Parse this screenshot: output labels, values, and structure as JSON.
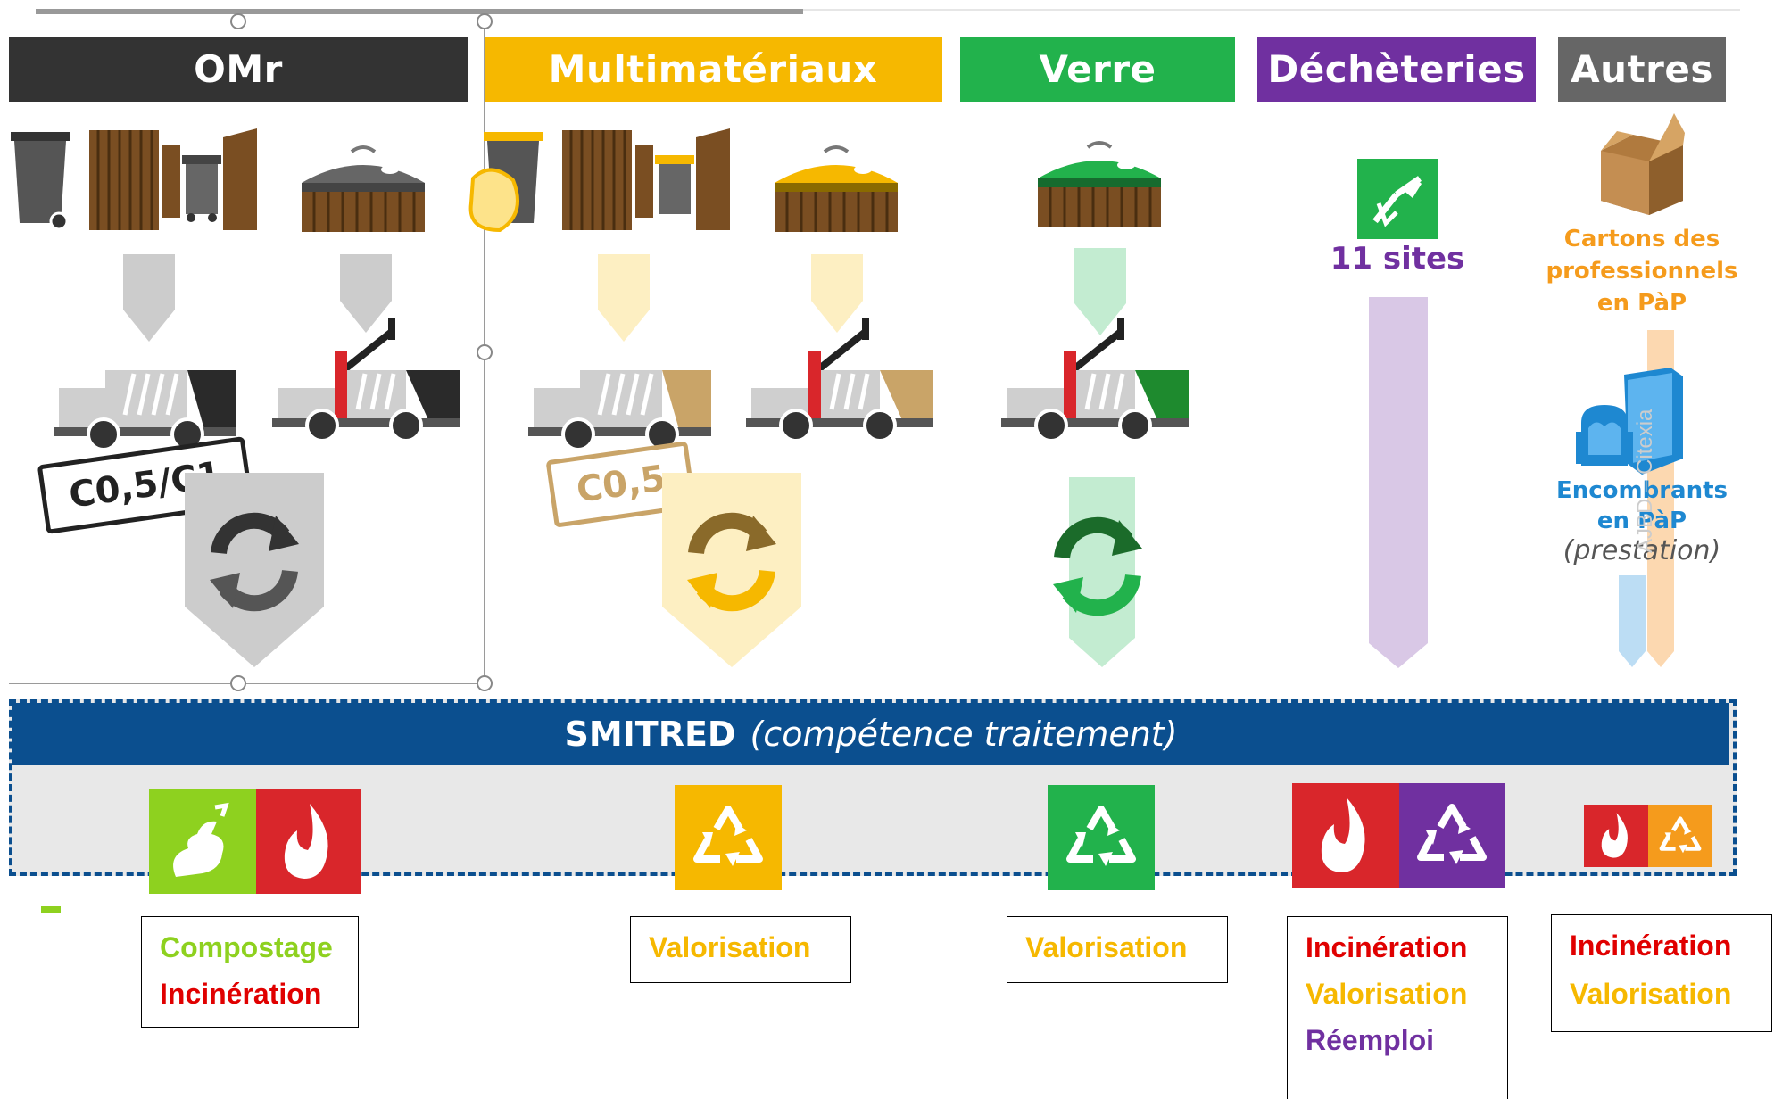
{
  "colors": {
    "omr": "#333333",
    "multi": "#F6B800",
    "verre": "#22B24C",
    "decheteries": "#7030A0",
    "autres": "#666666",
    "smitred": "#0B4F8F",
    "compost_green": "#8ED11F",
    "fire_red": "#D9262B",
    "orange": "#F59B1C",
    "blue": "#1E88D1"
  },
  "headers": {
    "omr": "OMr",
    "multi": "Multimatériaux",
    "verre": "Verre",
    "decheteries": "Déchèteries",
    "autres": "Autres"
  },
  "badges": {
    "omr_frequency": "C0,5/C1",
    "multi_frequency": "C0,5"
  },
  "decheteries": {
    "sites": "11 sites"
  },
  "autres": {
    "cartons": "Cartons des professionnels en PàP",
    "encombrants_line1": "Encombrants",
    "encombrants_line2": "en PàP",
    "encombrants_line3": "(prestation)"
  },
  "watermark": "AJBD – Citexia",
  "smitred": {
    "name": "SMITRED",
    "subtitle": "(compétence traitement)"
  },
  "icons": {
    "omr_treatment": [
      "compost-icon",
      "fire-icon"
    ],
    "multi_treatment": [
      "recycle-icon"
    ],
    "verre_treatment": [
      "recycle-icon"
    ],
    "decheteries_treatment": [
      "fire-icon",
      "recycle-icon"
    ],
    "autres_treatment": [
      "fire-icon",
      "recycle-icon"
    ]
  },
  "outcomes": {
    "omr": [
      "Compostage",
      "Incinération"
    ],
    "multi": [
      "Valorisation"
    ],
    "verre": [
      "Valorisation"
    ],
    "decheteries": [
      "Incinération",
      "Valorisation",
      "Réemploi"
    ],
    "autres": [
      "Incinération",
      "Valorisation"
    ]
  }
}
